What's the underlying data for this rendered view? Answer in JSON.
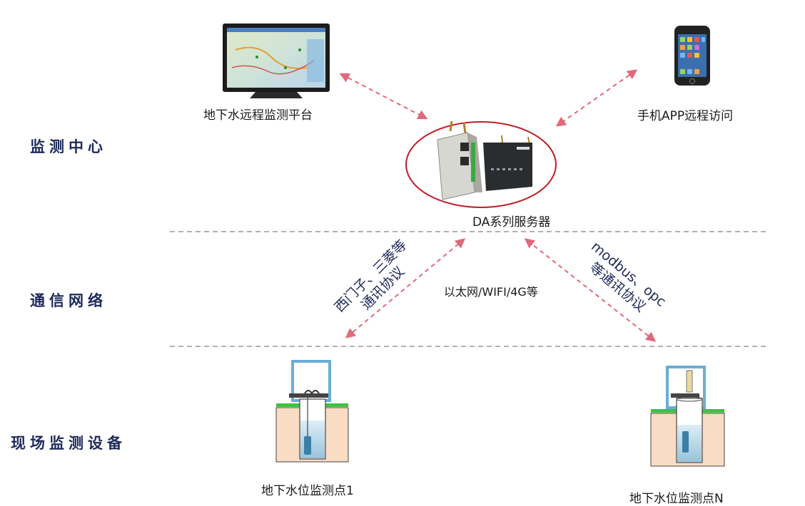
{
  "sections": {
    "center": "监测中心",
    "network": "通信网络",
    "field": "现场监测设备"
  },
  "nodes": {
    "platform": "地下水远程监测平台",
    "app": "手机APP远程访问",
    "server": "DA系列服务器",
    "point1": "地下水位监测点1",
    "pointN": "地下水位监测点N"
  },
  "links": {
    "ethernet": "以太网/WIFI/4G等",
    "left_proto_line1": "西门子、三菱等",
    "left_proto_line2": "通讯协议",
    "right_proto_line1": "modbus、opc",
    "right_proto_line2": "等通讯协议"
  },
  "colors": {
    "arrow": "#e06a7a",
    "divider": "#999999",
    "server_ring": "#c0202a",
    "label_navy": "#1e2a5a",
    "well_frame": "#6aaed6",
    "ground_fill": "#f9dcc4",
    "grass": "#3ec43e"
  }
}
